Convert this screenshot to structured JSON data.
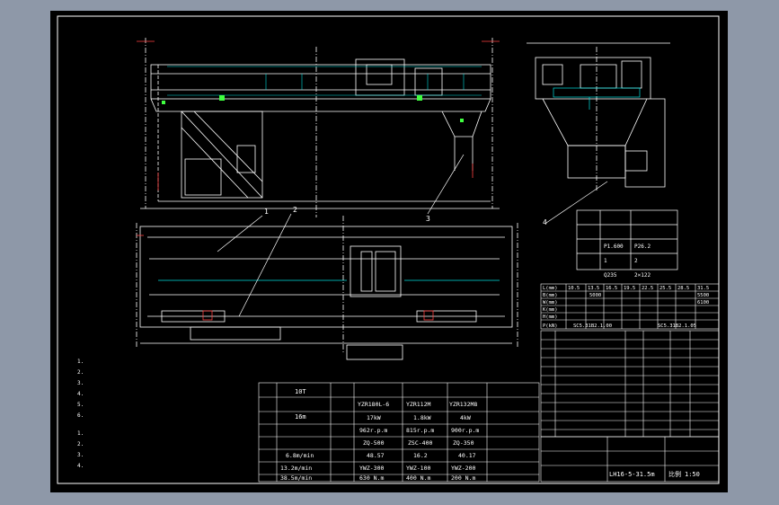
{
  "title_block": {
    "drawing_no": "LH16-5-31.5m",
    "scale_label": "比例",
    "scale_value": "1:50"
  },
  "tables": {
    "spec": {
      "cells": [
        [
          "10T",
          "YZR180L-6",
          "YZR112M",
          "YZR132M8"
        ],
        [
          "16m",
          "17kW",
          "1.8kW",
          "4kW"
        ],
        [
          "",
          "962r.p.m",
          "815r.p.m",
          "900r.p.m"
        ],
        [
          "",
          "ZQ-500",
          "ZSC-400",
          "ZQ-350"
        ],
        [
          "6.8m/min",
          "48.57",
          "16.2",
          "40.17"
        ],
        [
          "13.2m/min",
          "YWZ-300",
          "YWZ-100",
          "YWZ-200"
        ],
        [
          "38.5m/min",
          "630 N.m",
          "400 N.m",
          "200 N.m"
        ]
      ]
    },
    "wheel": {
      "rows": [
        [
          "L(mm)",
          "10.5",
          "13.5",
          "16.5",
          "19.5",
          "22.5",
          "25.5",
          "28.5",
          "31.5"
        ],
        [
          "B(mm)",
          "5000",
          "",
          "",
          "",
          "",
          "",
          "",
          "5500"
        ],
        [
          "W(mm)",
          "",
          "",
          "",
          "",
          "",
          "",
          "",
          "6100"
        ],
        [
          "K(mm)",
          "",
          "",
          "",
          "",
          "",
          "",
          "",
          ""
        ],
        [
          "H(mm)",
          "",
          "",
          "",
          "",
          "",
          "",
          "",
          ""
        ],
        [
          "P(kN)",
          "SC5.31B2.1.00",
          "",
          "",
          "",
          "",
          "",
          "",
          "SC5.31B2.1.05"
        ]
      ]
    },
    "small": {
      "rows": [
        [
          "",
          "",
          ""
        ],
        [
          "",
          "P1.600",
          "P26.2"
        ],
        [
          "",
          "1",
          "2"
        ],
        [
          "",
          "Q235",
          "2×122"
        ]
      ]
    }
  },
  "callouts": [
    "1",
    "2",
    "3",
    "4"
  ],
  "label_box": "",
  "notes": {
    "lines": [
      "1.",
      "2.",
      "3.",
      "4.",
      "5.",
      "6.",
      "1.",
      "2.",
      "3.",
      "4."
    ]
  }
}
